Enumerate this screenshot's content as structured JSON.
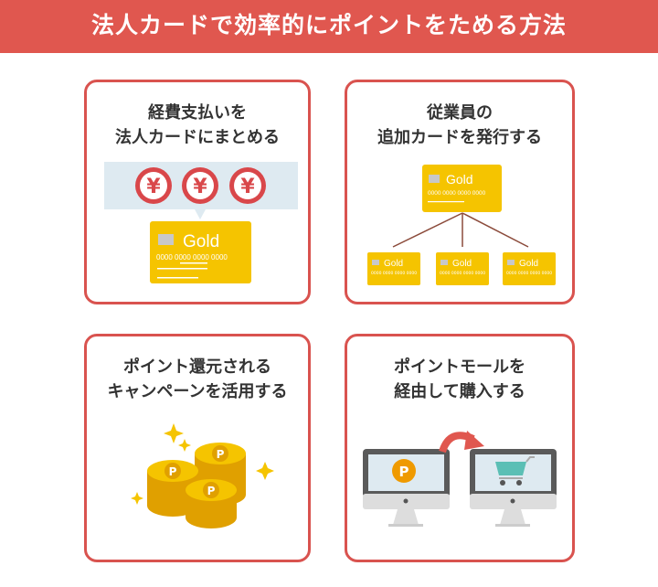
{
  "header": {
    "title": "法人カードで効率的にポイントをためる方法"
  },
  "panels": [
    {
      "line1": "経費支払いを",
      "line2": "法人カードにまとめる",
      "card_label": "Gold",
      "card_number": "0000 0000 0000 0000",
      "currency_symbol": "¥"
    },
    {
      "line1": "従業員の",
      "line2": "追加カードを発行する",
      "card_label": "Gold",
      "card_number": "0000 0000 0000 0000"
    },
    {
      "line1": "ポイント還元される",
      "line2": "キャンペーンを活用する",
      "coin_symbol": "P"
    },
    {
      "line1": "ポイントモールを",
      "line2": "経由して購入する",
      "coin_symbol": "P"
    }
  ],
  "colors": {
    "accent": "#e0574f",
    "border": "#d9534f",
    "gold_card": "#f5c400",
    "coin": "#f0b400",
    "cart": "#5bbfb5",
    "screen": "#deeaf1"
  }
}
